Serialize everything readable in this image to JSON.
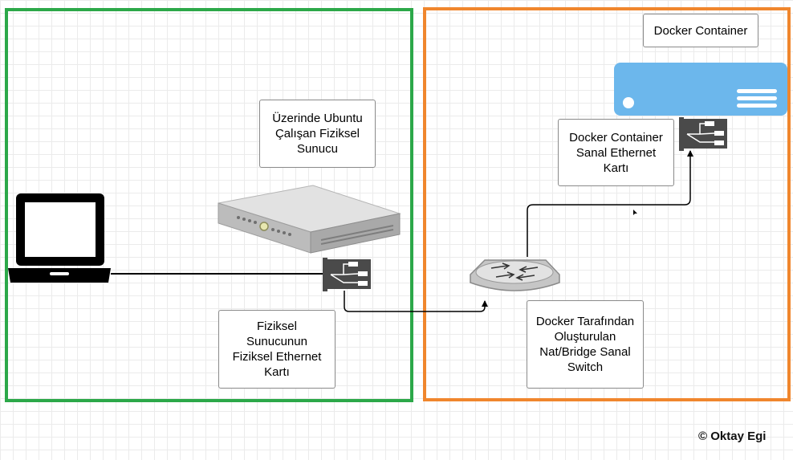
{
  "labels": {
    "docker_container": "Docker Container",
    "ubuntu_server": "Üzerinde Ubuntu\nÇalışan Fiziksel\nSunucu",
    "container_nic": "Docker Container\nSanal Ethernet\nKartı",
    "physical_nic": "Fiziksel\nSunucunun\nFiziksel Ethernet\nKartı",
    "switch": "Docker Tarafından\nOluşturulan\nNat/Bridge Sanal\nSwitch"
  },
  "copyright": "© Oktay Egi",
  "colors": {
    "host_frame": "#2ca849",
    "docker_frame": "#f0862d",
    "container_block": "#6cb7ec",
    "nic_card": "#4a4a4a"
  },
  "icons": [
    "laptop-icon",
    "server-icon",
    "network-card-icon",
    "switch-icon",
    "container-icon"
  ]
}
